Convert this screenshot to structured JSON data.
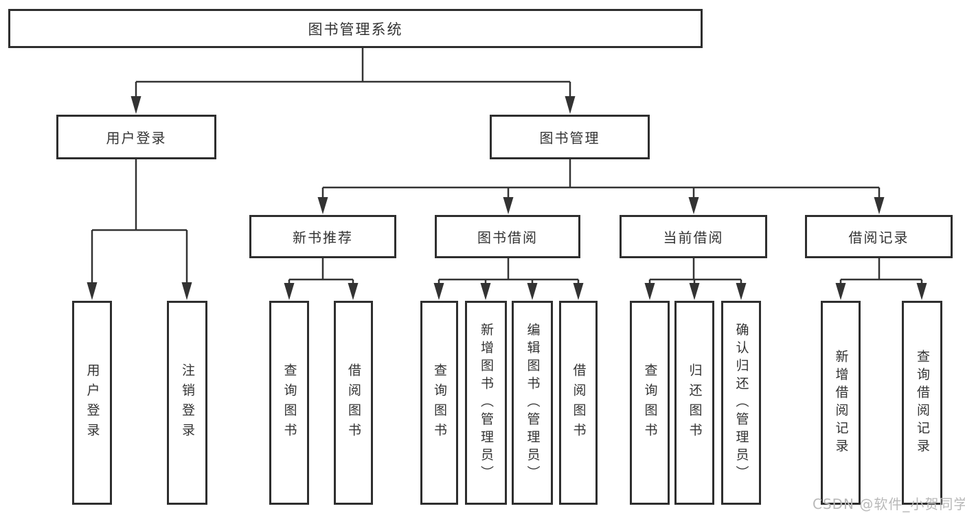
{
  "tree": {
    "label": "图书管理系统",
    "children": [
      {
        "label": "用户登录",
        "children": [
          {
            "label": "用户登录"
          },
          {
            "label": "注销登录"
          }
        ]
      },
      {
        "label": "图书管理",
        "children": [
          {
            "label": "新书推荐",
            "children": [
              {
                "label": "查询图书"
              },
              {
                "label": "借阅图书"
              }
            ]
          },
          {
            "label": "图书借阅",
            "children": [
              {
                "label": "查询图书"
              },
              {
                "label": "新增图书（管理员）"
              },
              {
                "label": "编辑图书（管理员）"
              },
              {
                "label": "借阅图书"
              }
            ]
          },
          {
            "label": "当前借阅",
            "children": [
              {
                "label": "查询图书"
              },
              {
                "label": "归还图书"
              },
              {
                "label": "确认归还（管理员）"
              }
            ]
          },
          {
            "label": "借阅记录",
            "children": [
              {
                "label": "新增借阅记录"
              },
              {
                "label": "查询借阅记录"
              }
            ]
          }
        ]
      }
    ]
  },
  "watermark": {
    "text": "CSDN @软件_小贺同学"
  },
  "colors": {
    "line": "#333333",
    "box_border": "#2e2e2e",
    "text": "#333333",
    "watermark": "#b9b9b9",
    "background": "#ffffff"
  }
}
